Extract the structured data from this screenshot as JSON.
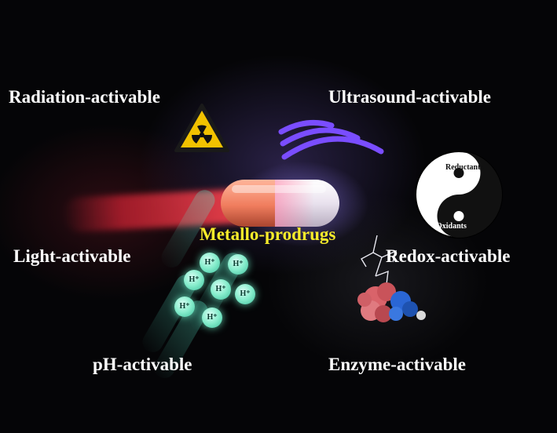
{
  "diagram": {
    "center": "Metallo-prodrugs",
    "stimuli": {
      "radiation": "Radiation-activable",
      "ultrasound": "Ultrasound-activable",
      "light": "Light-activable",
      "redox": "Redox-activable",
      "ph": "pH-activable",
      "enzyme": "Enzyme-activable"
    },
    "redox_icon": {
      "top": "Reductants",
      "bottom": "Oxidants"
    },
    "ph_ions": [
      "H⁺",
      "H⁺",
      "H⁺",
      "H⁺",
      "H⁺",
      "H⁺",
      "H⁺"
    ],
    "colors": {
      "center_label": "#f7ec2a",
      "light_beam": "#ff3a4e",
      "ultrasound_waves": "#7a4dff",
      "radiation_sign": "#f2c200",
      "ph_ions": "#84eccb",
      "enzyme_red": "#d9636a",
      "enzyme_blue": "#2a66d4"
    },
    "icons": [
      "radiation-icon",
      "ultrasound-waves-icon",
      "light-beam-icon",
      "capsule-icon",
      "yin-yang-icon",
      "proton-icon",
      "lightning-icon",
      "enzyme-protein-icon"
    ]
  }
}
